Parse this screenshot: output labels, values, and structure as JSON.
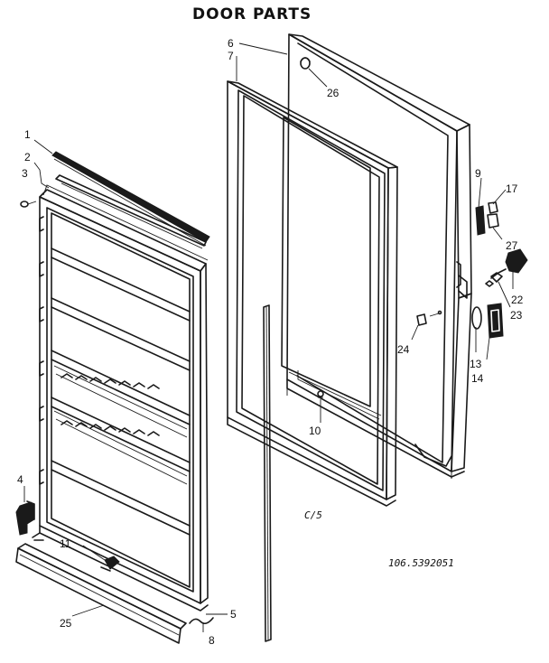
{
  "diagram": {
    "title": "DOOR PARTS",
    "model_code": "106.5392051",
    "note": "C/5",
    "callouts": [
      {
        "id": "c1",
        "label": "1"
      },
      {
        "id": "c2",
        "label": "2"
      },
      {
        "id": "c3",
        "label": "3"
      },
      {
        "id": "c4",
        "label": "4"
      },
      {
        "id": "c5",
        "label": "5"
      },
      {
        "id": "c6",
        "label": "6"
      },
      {
        "id": "c7",
        "label": "7"
      },
      {
        "id": "c8",
        "label": "8"
      },
      {
        "id": "c9",
        "label": "9"
      },
      {
        "id": "c10",
        "label": "10"
      },
      {
        "id": "c11",
        "label": "11"
      },
      {
        "id": "c13",
        "label": "13"
      },
      {
        "id": "c14",
        "label": "14"
      },
      {
        "id": "c17",
        "label": "17"
      },
      {
        "id": "c22",
        "label": "22"
      },
      {
        "id": "c23",
        "label": "23"
      },
      {
        "id": "c24",
        "label": "24"
      },
      {
        "id": "c25",
        "label": "25"
      },
      {
        "id": "c26",
        "label": "26"
      },
      {
        "id": "c27",
        "label": "27"
      }
    ]
  }
}
